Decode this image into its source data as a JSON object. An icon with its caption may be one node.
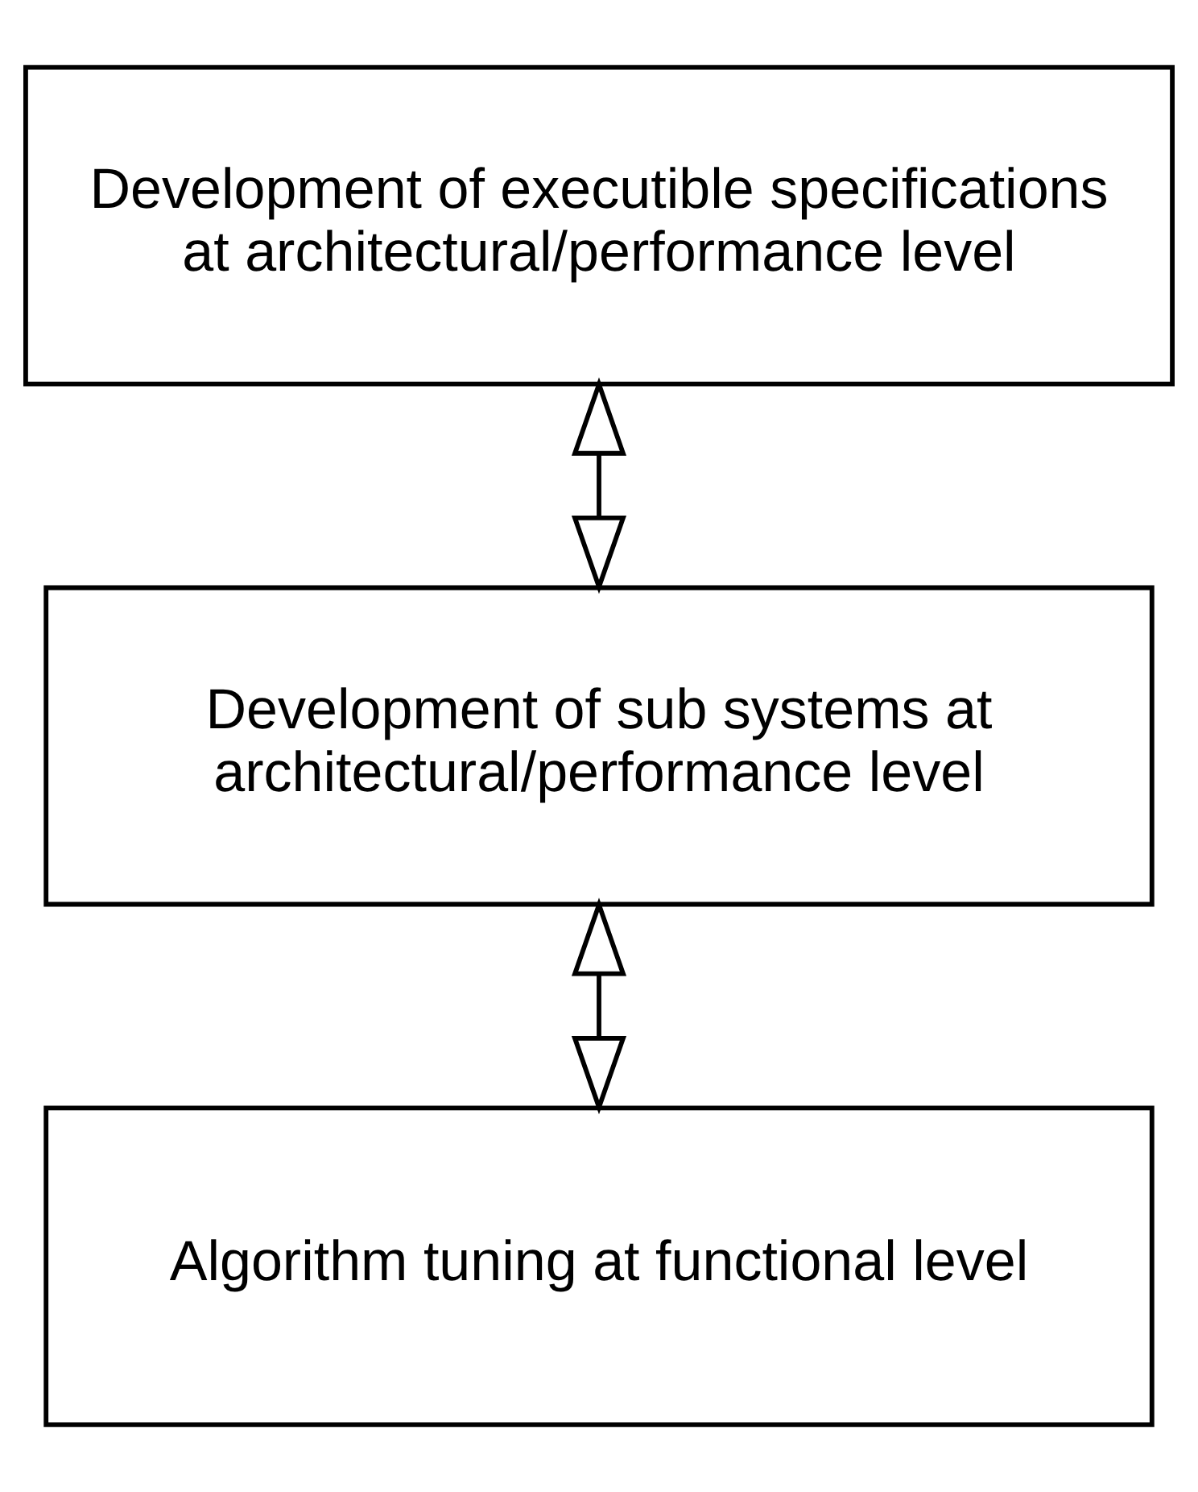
{
  "diagram": {
    "nodes": [
      {
        "text": [
          "Development of executible specifications at architectural/performance level"
        ]
      },
      {
        "text": [
          "Development of sub systems at architectural/performance level"
        ]
      },
      {
        "text": [
          "Algorithm tuning at functional level"
        ]
      }
    ],
    "edges": [
      {
        "from": 0,
        "to": 1,
        "arrow": "both"
      },
      {
        "from": 1,
        "to": 2,
        "arrow": "both"
      }
    ]
  }
}
